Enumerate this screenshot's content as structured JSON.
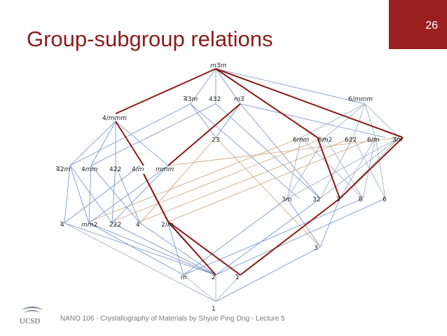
{
  "slide": {
    "title": "Group-subgroup relations",
    "page_number": "26",
    "footer": "NANO 106 - Crystallography of Materials by Shyue Ping Ong - Lecture 5",
    "logo_text": "UCSD"
  },
  "colors": {
    "accent": "#9a1f1f",
    "title": "#8a1c1c",
    "highlight": "#8b1a1a",
    "thin_lines": [
      "#6f8fc0",
      "#c9a27a",
      "#9aa8b8"
    ]
  },
  "nodes": {
    "m3m": {
      "italic": "m",
      "bar": "3",
      "post": "m"
    },
    "-43m": {
      "bar": "4",
      "post": "3",
      "italic": "m"
    },
    "432": {
      "text": "432"
    },
    "m-3": {
      "italic": "m",
      "bar": "3"
    },
    "6/mmm": {
      "text": "6/",
      "italic": "mmm"
    },
    "4/mmm": {
      "text": "4/",
      "italic": "mmm"
    },
    "23": {
      "text": "23"
    },
    "6mm": {
      "text": "6",
      "italic": "mm"
    },
    "-6m2": {
      "bar": "6",
      "italic": "m",
      "post": "2"
    },
    "622": {
      "text": "622"
    },
    "6/m": {
      "text": "6/",
      "italic": "m"
    },
    "-3m": {
      "bar": "3",
      "italic": "m"
    },
    "-42m": {
      "bar": "4",
      "post": "2",
      "italic": "m"
    },
    "4mm": {
      "text": "4",
      "italic": "mm"
    },
    "422": {
      "text": "422"
    },
    "4/m": {
      "text": "4/",
      "italic": "m"
    },
    "mmm": {
      "italic": "mmm"
    },
    "3m": {
      "text": "3",
      "italic": "m"
    },
    "32": {
      "text": "32"
    },
    "-3": {
      "bar": "3"
    },
    "-6": {
      "bar": "6"
    },
    "6": {
      "text": "6"
    },
    "-4": {
      "bar": "4"
    },
    "mm2": {
      "italic": "mm",
      "post": "2"
    },
    "222": {
      "text": "222"
    },
    "4": {
      "text": "4"
    },
    "2/m": {
      "text": "2/",
      "italic": "m"
    },
    "3": {
      "text": "3"
    },
    "m": {
      "italic": "m"
    },
    "2": {
      "text": "2"
    },
    "-1": {
      "bar": "1"
    },
    "1": {
      "text": "1"
    }
  },
  "highlighted_path": [
    "m3m",
    "-43m",
    "4/mmm",
    "-42m",
    "4/m",
    "2/m",
    "mmm",
    "m-3",
    "23",
    "6mm",
    "-3m",
    "32",
    "-3",
    "-1",
    "2"
  ]
}
